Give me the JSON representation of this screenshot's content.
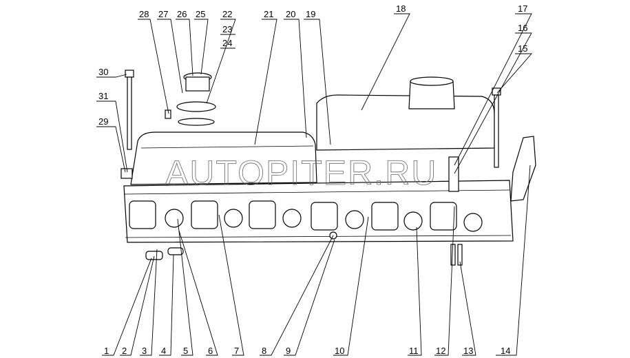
{
  "diagram": {
    "watermark": "AUTOPITER.RU",
    "callouts": {
      "c1": "1",
      "c2": "2",
      "c3": "3",
      "c4": "4",
      "c5": "5",
      "c6": "6",
      "c7": "7",
      "c8": "8",
      "c9": "9",
      "c10": "10",
      "c11": "11",
      "c12": "12",
      "c13": "13",
      "c14": "14",
      "c15": "15",
      "c16": "16",
      "c17": "17",
      "c18": "18",
      "c19": "19",
      "c20": "20",
      "c21": "21",
      "c22": "22",
      "c23": "23",
      "c24": "24",
      "c25": "25",
      "c26": "26",
      "c27": "27",
      "c28": "28",
      "c29": "29",
      "c30": "30",
      "c31": "31"
    }
  }
}
